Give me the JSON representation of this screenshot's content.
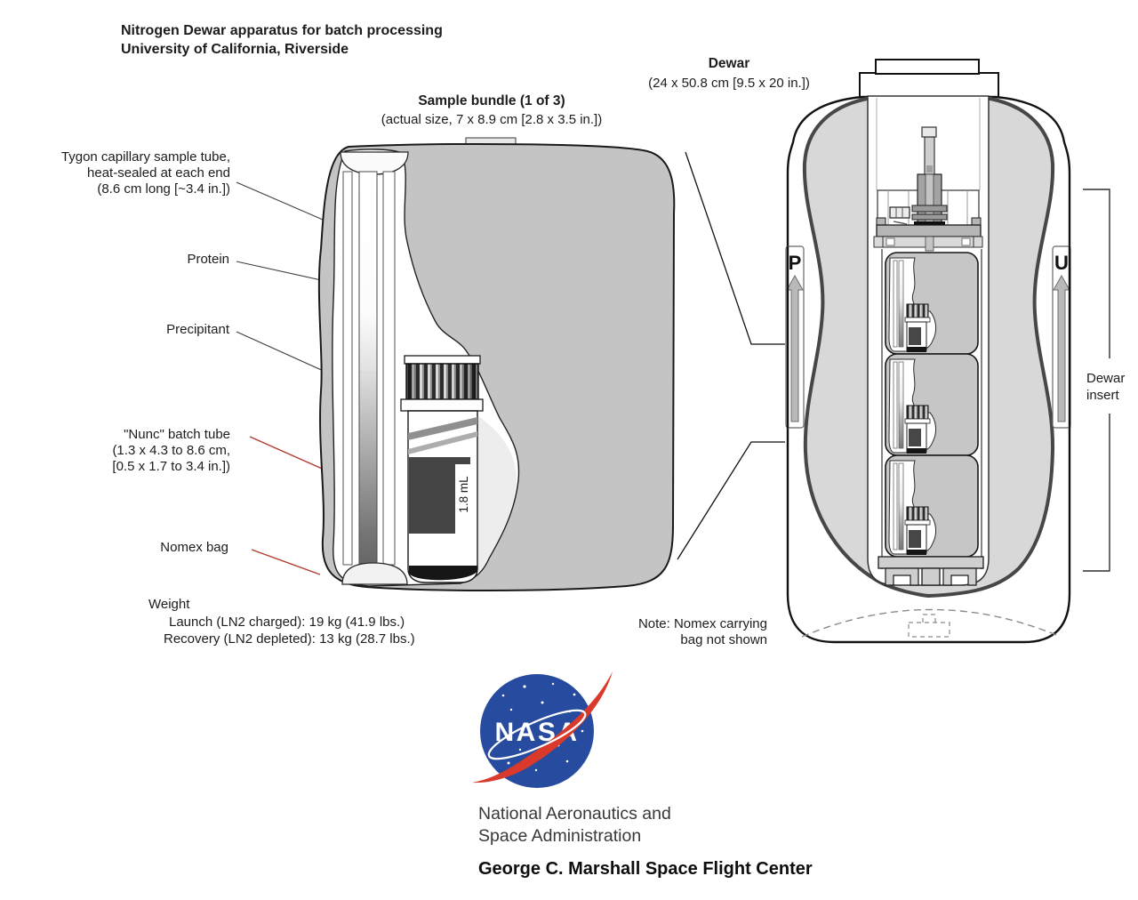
{
  "title": {
    "line1": "Nitrogen Dewar apparatus for batch processing",
    "line2": "University of California, Riverside"
  },
  "sample_bundle": {
    "heading": "Sample bundle (1 of 3)",
    "dimensions": "(actual size, 7 x 8.9 cm [2.8 x 3.5 in.])"
  },
  "dewar": {
    "heading": "Dewar",
    "dimensions": "(24 x 50.8 cm [9.5 x 20 in.])"
  },
  "dewar_insert": {
    "line1": "Dewar",
    "line2": "insert"
  },
  "orientation": {
    "left_letter": "P",
    "right_letter": "U"
  },
  "labels": {
    "tygon_line1": "Tygon capillary sample tube,",
    "tygon_line2": "heat-sealed at each end",
    "tygon_line3": "(8.6 cm long [~3.4 in.])",
    "protein": "Protein",
    "precipitant": "Precipitant",
    "nunc_line1": "\"Nunc\" batch tube",
    "nunc_line2": "(1.3 x 4.3  to 8.6 cm,",
    "nunc_line3": "[0.5 x 1.7 to 3.4 in.])",
    "nomex": "Nomex bag",
    "tube_volume": "1.8 mL"
  },
  "weight": {
    "heading": "Weight",
    "launch": "Launch (LN2 charged): 19 kg (41.9 lbs.)",
    "recovery": "Recovery (LN2 depleted): 13 kg (28.7 lbs.)"
  },
  "note": {
    "line1": "Note: Nomex carrying",
    "line2": "bag not shown"
  },
  "nasa": {
    "wordmark": "NASA",
    "agency_line1": "National Aeronautics and",
    "agency_line2": "Space Administration",
    "center": "George C. Marshall Space Flight Center"
  },
  "colors": {
    "nasa_blue": "#274b9f",
    "nasa_red": "#d93a2b",
    "leader_line_red": "#b23b2e",
    "bag_gray": "#c4c4c4",
    "insulation_gray": "#d8d8d8"
  }
}
